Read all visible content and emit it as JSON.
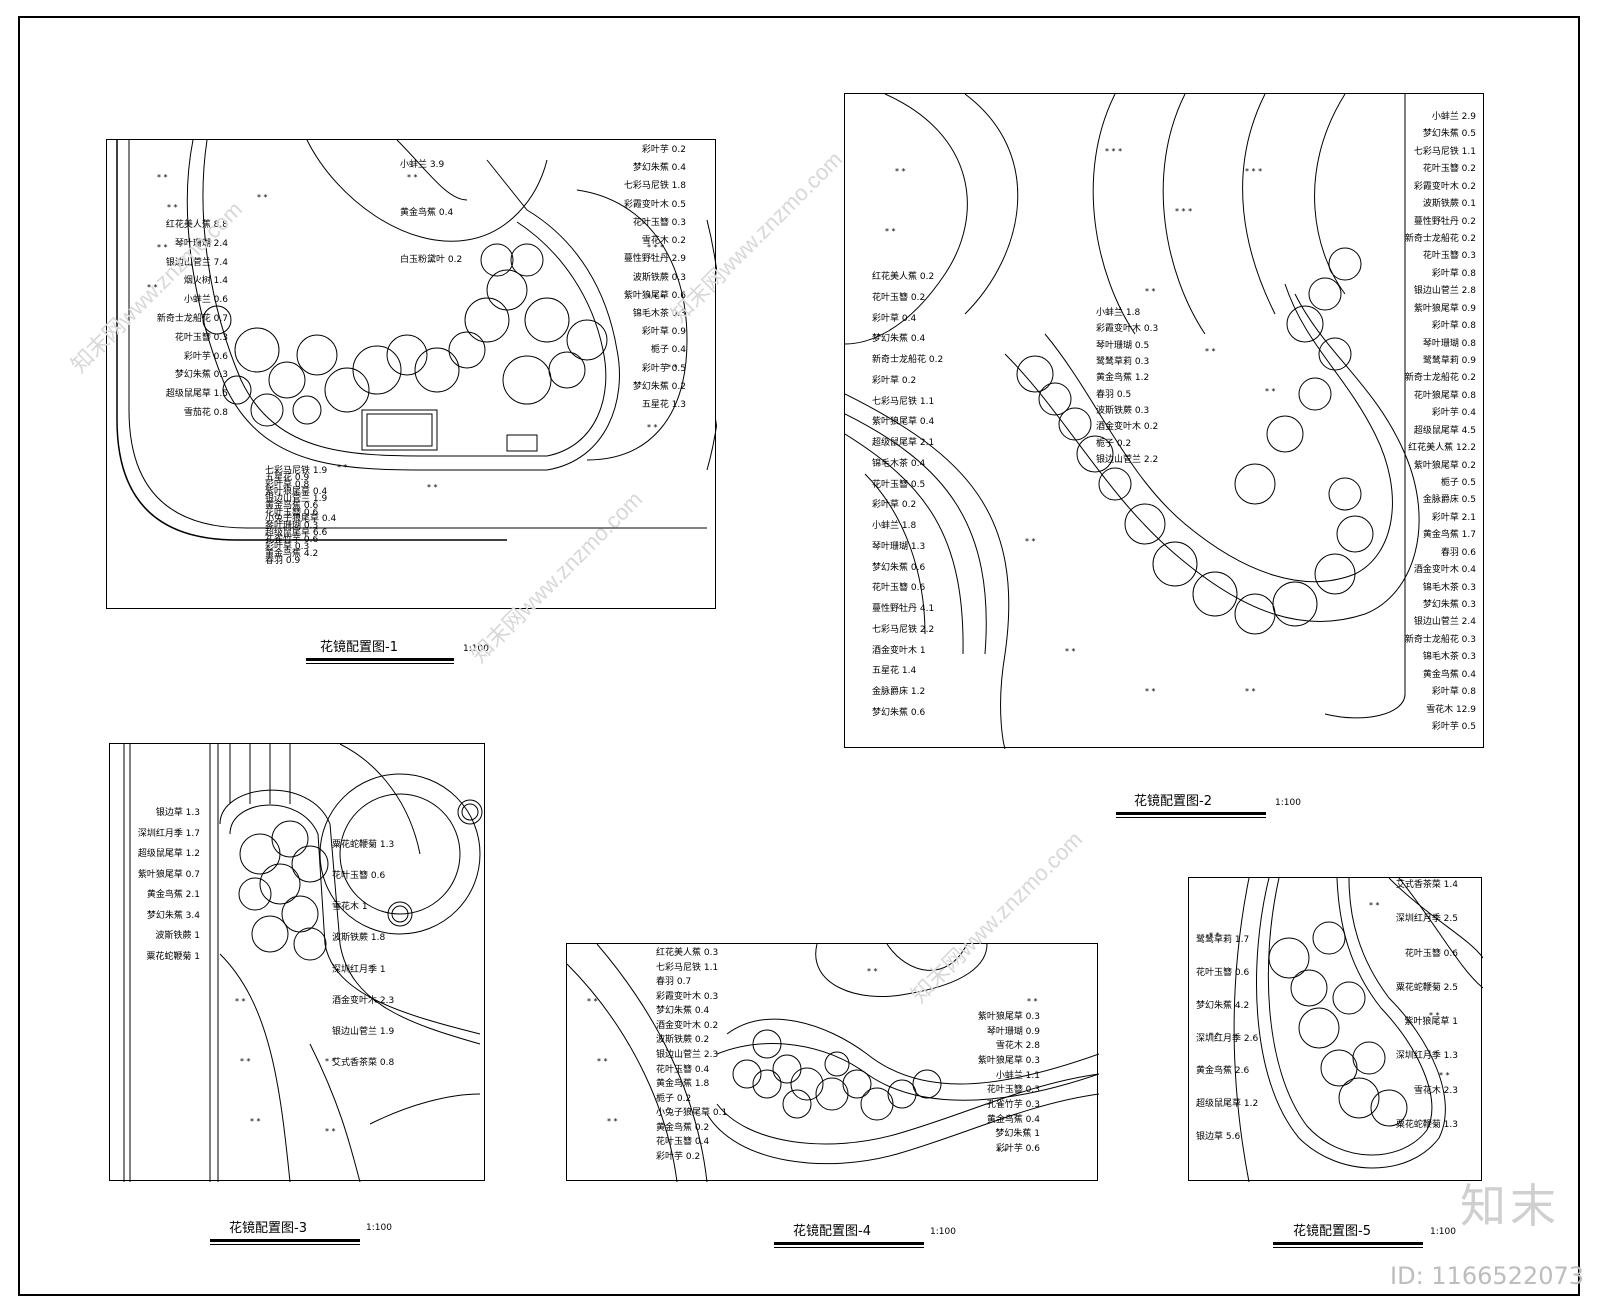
{
  "figures": [
    {
      "title": "花镜配置图-1",
      "scale": "1:100",
      "labels_left": [
        "红花美人蕉 8.8",
        "琴叶珊瑚 2.4",
        "银边山菅兰 7.4",
        "烟火树 1.4",
        "小蚌兰 0.6",
        "新奇士龙船花 0.7",
        "花叶玉簪 0.3",
        "彩叶芋 0.6",
        "梦幻朱蕉 0.3",
        "超级鼠尾草 1.5",
        "雪茄花 0.8"
      ],
      "labels_top": [
        "小蚌兰 3.9",
        "黄金鸟蕉 0.4",
        "白玉粉黛叶 0.2"
      ],
      "labels_right": [
        "彩叶芋 0.2",
        "梦幻朱蕉 0.4",
        "七彩马尼铁 1.8",
        "彩霞变叶木 0.5",
        "花叶玉簪 0.3",
        "雪花木 0.2",
        "蔓性野牡丹 2.9",
        "波斯铁蕨 0.3",
        "紫叶狼尾草 0.6",
        "锦毛木茶 0.3",
        "彩叶草 0.9",
        "栀子 0.4",
        "彩叶芋 0.5",
        "梦幻朱蕉 0.2",
        "五星花 1.3"
      ],
      "labels_bottom": [
        "七彩马尼铁 1.9",
        "五星花 0.9",
        "彩叶草 0.8",
        "紫叶狼尾草 0.4",
        "银边山菅兰 1.9",
        "黄金鸟蕉 0.6",
        "花叶玉簪 0.6",
        "小兔子狼尾草 0.4",
        "琴叶珊瑚 0.3",
        "超级鼠尾草 6.6",
        "孔雀竹芋 0.6",
        "彩叶草 0.3",
        "黄金鸟蕉 4.2",
        "春羽 0.9"
      ]
    },
    {
      "title": "花镜配置图-2",
      "scale": "1:100",
      "labels_left": [
        "红花美人蕉 0.2",
        "花叶玉簪 0.2",
        "彩叶草 0.4",
        "梦幻朱蕉 0.4",
        "新奇士龙船花 0.2",
        "彩叶草 0.2",
        "七彩马尼铁 1.1",
        "紫叶狼尾草 0.4",
        "超级鼠尾草 2.1",
        "锦毛木茶 0.4",
        "花叶玉簪 0.5",
        "彩叶草 0.2",
        "小蚌兰 1.8",
        "琴叶珊瑚 1.3",
        "梦幻朱蕉 0.6",
        "花叶玉簪 0.6",
        "蔓性野牡丹 4.1",
        "七彩马尼铁 2.2",
        "酒金变叶木 1",
        "五星花 1.4",
        "金脉爵床 1.2",
        "梦幻朱蕉 0.6"
      ],
      "labels_mid": [
        "小蚌兰 1.8",
        "彩霞变叶木 0.3",
        "琴叶珊瑚 0.5",
        "鹭鸶草莉 0.3",
        "黄金鸟蕉 1.2",
        "春羽 0.5",
        "波斯铁蕨 0.3",
        "酒金变叶木 0.2",
        "栀子 0.2",
        "银边山菅兰 2.2"
      ],
      "labels_right": [
        "小蚌兰 2.9",
        "梦幻朱蕉 0.5",
        "七彩马尼铁 1.1",
        "花叶玉簪 0.2",
        "彩霞变叶木 0.2",
        "波斯铁蕨 0.1",
        "蔓性野牡丹 0.2",
        "新奇士龙船花 0.2",
        "花叶玉簪 0.3",
        "彩叶草 0.8",
        "银边山菅兰 2.8",
        "紫叶狼尾草 0.9",
        "彩叶草 0.8",
        "琴叶珊瑚 0.8",
        "鹭鸶草莉 0.9",
        "新奇士龙船花 0.2",
        "花叶狼尾草 0.8",
        "彩叶芋 0.4",
        "超级鼠尾草 4.5",
        "红花美人蕉 12.2",
        "紫叶狼尾草 0.2",
        "栀子 0.5",
        "金脉爵床 0.5",
        "彩叶草 2.1",
        "黄金鸟蕉 1.7",
        "春羽 0.6",
        "酒金变叶木 0.4",
        "锦毛木茶 0.3",
        "梦幻朱蕉 0.3",
        "银边山菅兰 2.4",
        "新奇士龙船花 0.3",
        "锦毛木茶 0.3",
        "黄金鸟蕉 0.4",
        "彩叶草 0.8",
        "雪花木 12.9",
        "彩叶芋 0.5"
      ]
    },
    {
      "title": "花镜配置图-3",
      "scale": "1:100",
      "labels_left": [
        "银边草 1.3",
        "深圳红月季 1.7",
        "超级鼠尾草 1.2",
        "紫叶狼尾草 0.7",
        "黄金鸟蕉 2.1",
        "梦幻朱蕉 3.4",
        "波斯铁蕨 1",
        "粟花蛇鞭菊 1"
      ],
      "labels_right": [
        "粟花蛇鞭菊 1.3",
        "花叶玉簪 0.6",
        "雪花木 1",
        "波斯铁蕨 1.8",
        "深圳红月季 1",
        "酒金变叶木 2.3",
        "银边山菅兰 1.9",
        "艾式香茶菜 0.8"
      ]
    },
    {
      "title": "花镜配置图-4",
      "scale": "1:100",
      "labels_left": [
        "红花美人蕉 0.3",
        "七彩马尼铁 1.1",
        "春羽 0.7",
        "彩霞变叶木 0.3",
        "梦幻朱蕉 0.4",
        "酒金变叶木 0.2",
        "波斯铁蕨 0.2",
        "银边山菅兰 2.3",
        "花叶玉簪 0.4",
        "黄金鸟蕉 1.8",
        "栀子 0.2",
        "小兔子狼尾草 0.1",
        "黄金鸟蕉 0.2",
        "花叶玉簪 0.4",
        "彩叶芋 0.2"
      ],
      "labels_right": [
        "紫叶狼尾草 0.3",
        "琴叶珊瑚 0.9",
        "雪花木 2.8",
        "紫叶狼尾草 0.3",
        "小蚌兰 1.1",
        "花叶玉簪 0.3",
        "孔雀竹芋 0.3",
        "黄金鸟蕉 0.4",
        "梦幻朱蕉 1",
        "彩叶芋 0.6"
      ]
    },
    {
      "title": "花镜配置图-5",
      "scale": "1:100",
      "labels_left": [
        "鹭鸶草莉 1.7",
        "花叶玉簪 0.6",
        "梦幻朱蕉 4.2",
        "深圳红月季 2.6",
        "黄金鸟蕉 2.6",
        "超级鼠尾草 1.2",
        "银边草 5.6"
      ],
      "labels_right": [
        "艾式香茶菜 1.4",
        "深圳红月季 2.5",
        "花叶玉簪 0.6",
        "粟花蛇鞭菊 2.5",
        "紫叶狼尾草 1",
        "深圳红月季 1.3",
        "雪花木 2.3",
        "粟花蛇鞭菊 1.3"
      ]
    }
  ],
  "watermark": {
    "text": "知末网www.znzmo.com",
    "brand": "知末",
    "image_id": "ID: 1166522073"
  }
}
